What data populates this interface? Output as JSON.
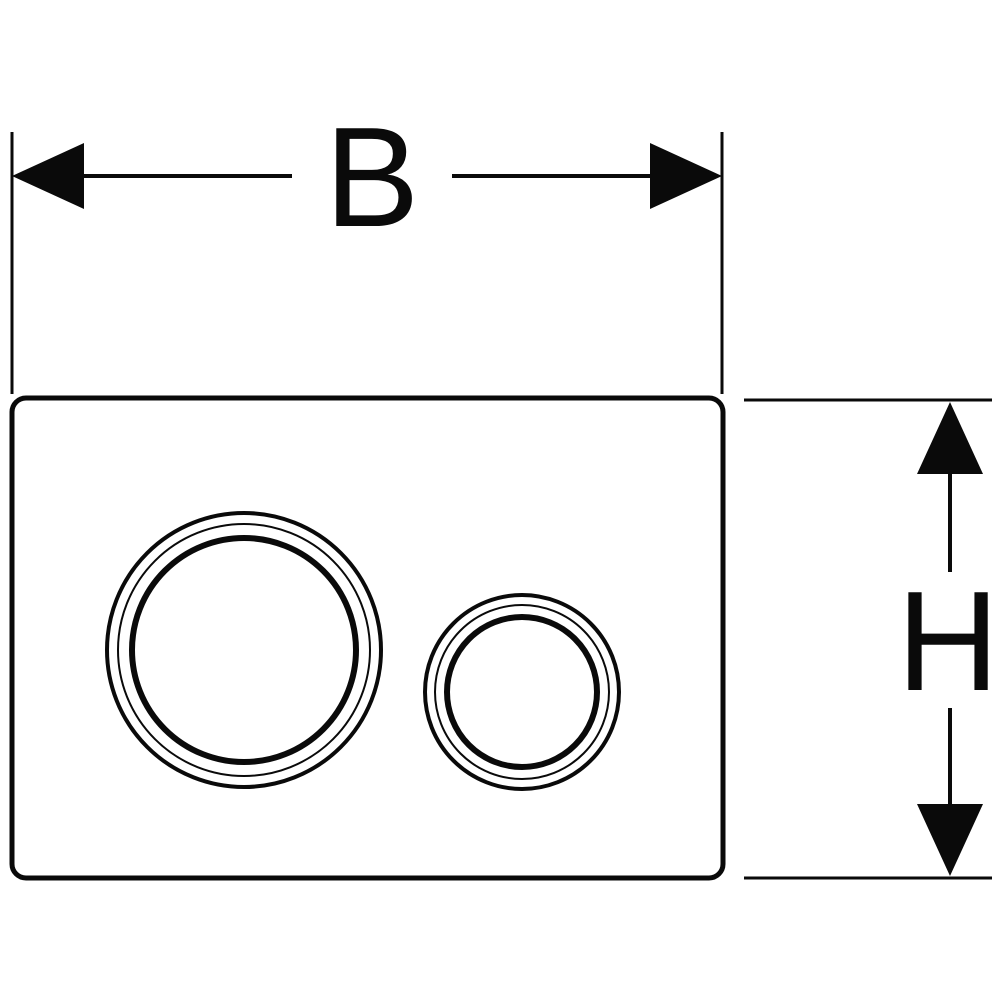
{
  "diagram": {
    "type": "technical-dimension-drawing",
    "subject": "dual-flush actuator plate with two round buttons",
    "dimensions": {
      "width_label": "B",
      "height_label": "H"
    }
  },
  "colors": {
    "line": "#0a0a0a",
    "background": "#ffffff"
  }
}
